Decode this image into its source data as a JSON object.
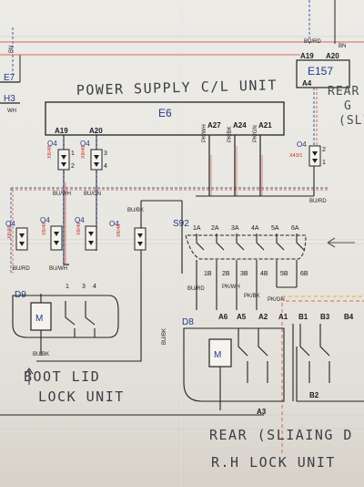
{
  "handwriting": {
    "title": "POWER SUPPLY C/L UNIT",
    "boot_line1": "BOOT LID",
    "boot_line2": "LOCK UNIT",
    "rear_right_line1": "REAR (SLIAING D",
    "rear_right_line2": "R.H LOCK UNIT",
    "top_right": "REAR",
    "top_right2": "G",
    "top_right3": "(SLI"
  },
  "components": {
    "e6": "E6",
    "e157": "E157",
    "e7": "E7",
    "h3": "H3",
    "s92": "S92",
    "d9": "D9",
    "d8": "D8"
  },
  "pins": {
    "a19": "A19",
    "a20": "A20",
    "a27": "A27",
    "a24": "A24",
    "a21": "A21",
    "e157_a19": "A19",
    "e157_a20": "A20",
    "e157_a4": "A4",
    "s92_top": [
      "1A",
      "2A",
      "3A",
      "4A",
      "5A",
      "6A"
    ],
    "s92_bottom": [
      "1B",
      "2B",
      "3B",
      "4B",
      "5B",
      "6B"
    ],
    "d8_pins": [
      "A6",
      "A5",
      "A2",
      "A1",
      "B1",
      "B3",
      "B4"
    ],
    "d8_bottom": [
      "A3",
      "B2"
    ]
  },
  "connectors": {
    "o4": "O4",
    "x8_48": "X8/48",
    "x43_1": "X43/1"
  },
  "wires": {
    "bu_wh": "BU/WH",
    "bu_gn": "BU/GN",
    "bu_rd": "BU/RD",
    "bu_bk": "BU/BK",
    "pk_wh": "PK/WH",
    "pk_bk": "PK/BK",
    "pk_gn": "PK/GN",
    "bn": "BN",
    "wh": "WH"
  },
  "contact_numbers": [
    "1",
    "2",
    "3",
    "4"
  ]
}
